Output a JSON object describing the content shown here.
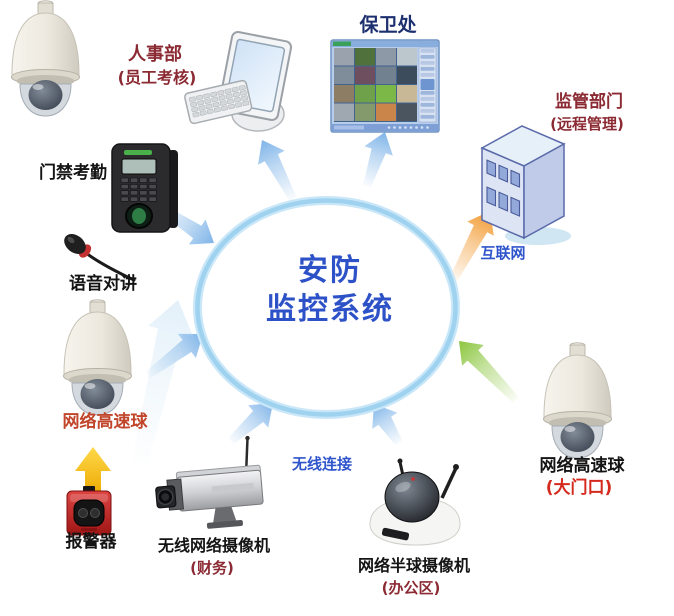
{
  "diagram_title": {
    "line1": "安防",
    "line2": "监控系统"
  },
  "nodes": {
    "personnel": {
      "label": "人事部",
      "sublabel": "(员工考核)"
    },
    "security_office": {
      "label": "保卫处"
    },
    "supervision": {
      "label": "监管部门",
      "sublabel": "(远程管理)"
    },
    "access_control": {
      "label": "门禁考勤"
    },
    "voice_intercom": {
      "label": "语音对讲"
    },
    "speed_dome_left": {
      "label": "网络高速球"
    },
    "alarm": {
      "label": "报警器"
    },
    "wireless_box_camera": {
      "label": "无线网络摄像机",
      "sublabel": "(财务)"
    },
    "mini_dome_camera": {
      "label": "网络半球摄像机",
      "sublabel": "(办公区)"
    },
    "speed_dome_right": {
      "label": "网络高速球",
      "sublabel": "(大门口)"
    }
  },
  "connections": {
    "internet_label": "互联网",
    "wireless_label": "无线连接"
  },
  "colors": {
    "title_text": "#2d52c8",
    "dark_red_text": "#8b2a33",
    "navy_text": "#1c2f6e",
    "blue_link_text": "#2f55cc",
    "brick_red_text": "#c0452a",
    "bright_red_text": "#d42a1e",
    "circle_ring": "#9fd2ef",
    "blue_arrow": "#7fb4e8",
    "orange_arrow": "#f2992e",
    "green_arrow": "#8cc63f",
    "yellow_arrow": "#f6c51d"
  }
}
